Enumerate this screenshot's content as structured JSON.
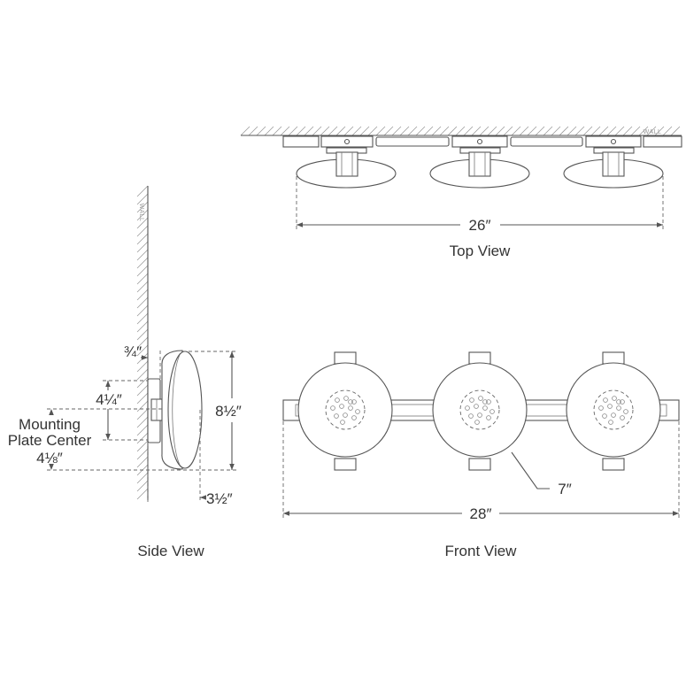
{
  "top_view": {
    "wall_label": "WALL",
    "width_dim": "26″",
    "caption": "Top View"
  },
  "side_view": {
    "wall_label": "WALL",
    "plate_depth_dim": "¾″",
    "plate_height_dim": "4¼″",
    "mounting_label_line1": "Mounting",
    "mounting_label_line2": "Plate Center",
    "plate_center_dim": "4⅛″",
    "height_dim": "8½″",
    "depth_dim": "3½″",
    "caption": "Side View"
  },
  "front_view": {
    "shade_dim": "7″",
    "width_dim": "28″",
    "caption": "Front View"
  }
}
